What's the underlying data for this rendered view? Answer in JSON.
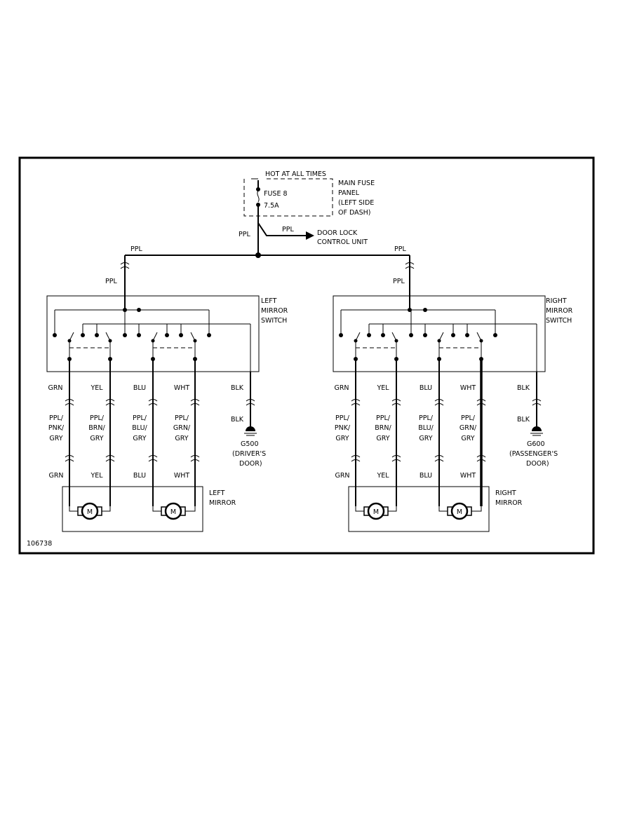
{
  "fuse": {
    "hot": "HOT AT ALL TIMES",
    "name": "FUSE 8",
    "rating": "7.5A",
    "panel_lines": [
      "MAIN FUSE",
      "PANEL",
      "(LEFT SIDE",
      "OF DASH)"
    ]
  },
  "wires": {
    "ppl": "PPL",
    "grn": "GRN",
    "yel": "YEL",
    "blu": "BLU",
    "wht": "WHT",
    "blk": "BLK",
    "ppl_pnk_gry": [
      "PPL/",
      "PNK/",
      "GRY"
    ],
    "ppl_brn_gry": [
      "PPL/",
      "BRN/",
      "GRY"
    ],
    "ppl_blu_gry": [
      "PPL/",
      "BLU/",
      "GRY"
    ],
    "ppl_grn_gry": [
      "PPL/",
      "GRN/",
      "GRY"
    ]
  },
  "door_lock": [
    "DOOR LOCK",
    "CONTROL UNIT"
  ],
  "left": {
    "switch_lines": [
      "LEFT",
      "MIRROR",
      "SWITCH"
    ],
    "mirror_lines": [
      "LEFT",
      "MIRROR"
    ],
    "ground_id": "G500",
    "ground_lines": [
      "(DRIVER'S",
      "DOOR)"
    ]
  },
  "right": {
    "switch_lines": [
      "RIGHT",
      "MIRROR",
      "SWITCH"
    ],
    "mirror_lines": [
      "RIGHT",
      "MIRROR"
    ],
    "ground_id": "G600",
    "ground_lines": [
      "(PASSENGER'S",
      "DOOR)"
    ]
  },
  "motor_symbol": "M",
  "figure_id": "106738"
}
